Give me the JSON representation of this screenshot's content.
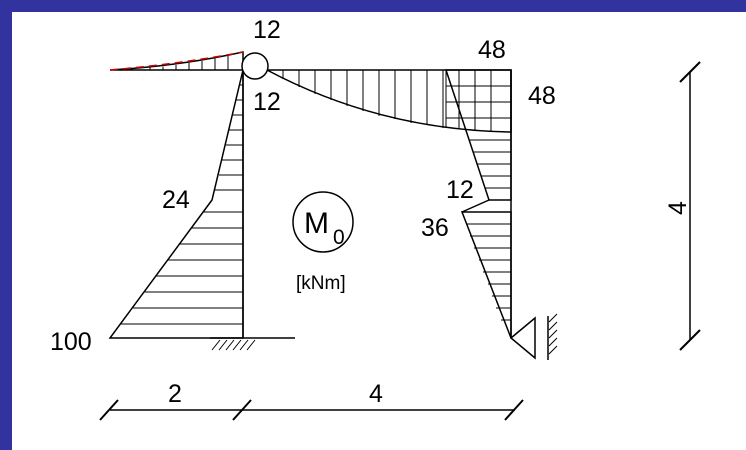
{
  "diagram": {
    "moment_symbol": "M",
    "moment_subscript": "0",
    "units": "[kNm]",
    "values": {
      "hinge_top": "12",
      "hinge_right": "12",
      "top_right": "48",
      "right_side": "48",
      "left_mid": "24",
      "left_base": "100",
      "right_mid_a": "12",
      "right_mid_b": "36"
    },
    "dimensions": {
      "span_left": "2",
      "span_right": "4",
      "height": "4"
    },
    "colors": {
      "background_frame": "#3333a0",
      "canvas": "#ffffff",
      "line": "#000000",
      "dashed_overlay": "#cc0000"
    }
  }
}
